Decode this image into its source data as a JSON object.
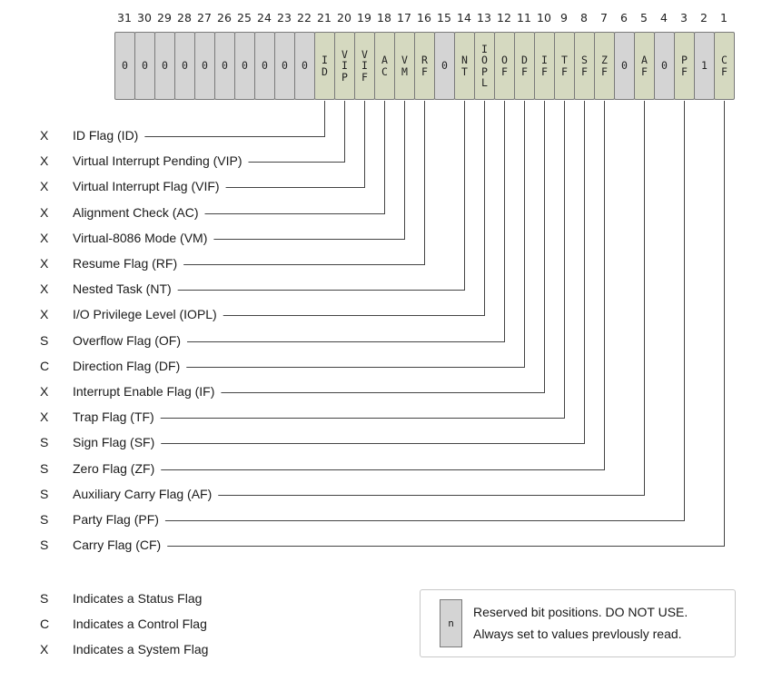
{
  "register": {
    "bit_numbers": [
      "31",
      "30",
      "29",
      "28",
      "27",
      "26",
      "25",
      "24",
      "23",
      "22",
      "21",
      "20",
      "19",
      "18",
      "17",
      "16",
      "15",
      "14",
      "13",
      "12",
      "11",
      "10",
      "9",
      "8",
      "7",
      "6",
      "5",
      "4",
      "3",
      "2",
      "1"
    ],
    "cells": [
      {
        "text": "0",
        "kind": "reserved"
      },
      {
        "text": "0",
        "kind": "reserved"
      },
      {
        "text": "0",
        "kind": "reserved"
      },
      {
        "text": "0",
        "kind": "reserved"
      },
      {
        "text": "0",
        "kind": "reserved"
      },
      {
        "text": "0",
        "kind": "reserved"
      },
      {
        "text": "0",
        "kind": "reserved"
      },
      {
        "text": "0",
        "kind": "reserved"
      },
      {
        "text": "0",
        "kind": "reserved"
      },
      {
        "text": "0",
        "kind": "reserved"
      },
      {
        "text": "I\nD",
        "kind": "flag"
      },
      {
        "text": "V\nI\nP",
        "kind": "flag"
      },
      {
        "text": "V\nI\nF",
        "kind": "flag"
      },
      {
        "text": "A\nC",
        "kind": "flag"
      },
      {
        "text": "V\nM",
        "kind": "flag"
      },
      {
        "text": "R\nF",
        "kind": "flag"
      },
      {
        "text": "0",
        "kind": "reserved"
      },
      {
        "text": "N\nT",
        "kind": "flag"
      },
      {
        "text": "I\nO\nP\nL",
        "kind": "flag"
      },
      {
        "text": "O\nF",
        "kind": "flag"
      },
      {
        "text": "D\nF",
        "kind": "flag"
      },
      {
        "text": "I\nF",
        "kind": "flag"
      },
      {
        "text": "T\nF",
        "kind": "flag"
      },
      {
        "text": "S\nF",
        "kind": "flag"
      },
      {
        "text": "Z\nF",
        "kind": "flag"
      },
      {
        "text": "0",
        "kind": "reserved"
      },
      {
        "text": "A\nF",
        "kind": "flag"
      },
      {
        "text": "0",
        "kind": "reserved"
      },
      {
        "text": "P\nF",
        "kind": "flag"
      },
      {
        "text": "1",
        "kind": "reserved"
      },
      {
        "text": "C\nF",
        "kind": "flag"
      }
    ]
  },
  "flags": [
    {
      "type": "X",
      "label": "ID Flag (ID)",
      "bit_index": 10
    },
    {
      "type": "X",
      "label": "Virtual Interrupt Pending (VIP)",
      "bit_index": 11
    },
    {
      "type": "X",
      "label": "Virtual Interrupt Flag (VIF)",
      "bit_index": 12
    },
    {
      "type": "X",
      "label": "Alignment Check (AC)",
      "bit_index": 13
    },
    {
      "type": "X",
      "label": "Virtual-8086 Mode (VM)",
      "bit_index": 14
    },
    {
      "type": "X",
      "label": "Resume Flag (RF)",
      "bit_index": 15
    },
    {
      "type": "X",
      "label": "Nested Task (NT)",
      "bit_index": 17
    },
    {
      "type": "X",
      "label": "I/O Privilege Level (IOPL)",
      "bit_index": 18
    },
    {
      "type": "S",
      "label": "Overflow Flag (OF)",
      "bit_index": 19
    },
    {
      "type": "C",
      "label": "Direction Flag (DF)",
      "bit_index": 20
    },
    {
      "type": "X",
      "label": "Interrupt Enable Flag (IF)",
      "bit_index": 21
    },
    {
      "type": "X",
      "label": "Trap Flag  (TF)",
      "bit_index": 22
    },
    {
      "type": "S",
      "label": "Sign Flag  (SF)",
      "bit_index": 23
    },
    {
      "type": "S",
      "label": "Zero Flag (ZF)",
      "bit_index": 24
    },
    {
      "type": "S",
      "label": "Auxiliary Carry Flag (AF)",
      "bit_index": 26
    },
    {
      "type": "S",
      "label": "Party Flag (PF)",
      "bit_index": 28
    },
    {
      "type": "S",
      "label": "Carry Flag (CF)",
      "bit_index": 30
    }
  ],
  "legend": {
    "items": [
      {
        "type": "S",
        "text": "Indicates a Status Flag"
      },
      {
        "type": "C",
        "text": "Indicates a Control Flag"
      },
      {
        "type": "X",
        "text": "Indicates a System Flag"
      }
    ],
    "reserved_symbol": "n",
    "reserved_line1": "Reserved bit positions. DO NOT USE.",
    "reserved_line2": "Always set to values prevlously read."
  },
  "colors": {
    "reserved_fill": "#d4d4d4",
    "flag_fill": "#d5d9c0",
    "cell_border": "#7a7a7a",
    "leader_line": "#444444"
  }
}
